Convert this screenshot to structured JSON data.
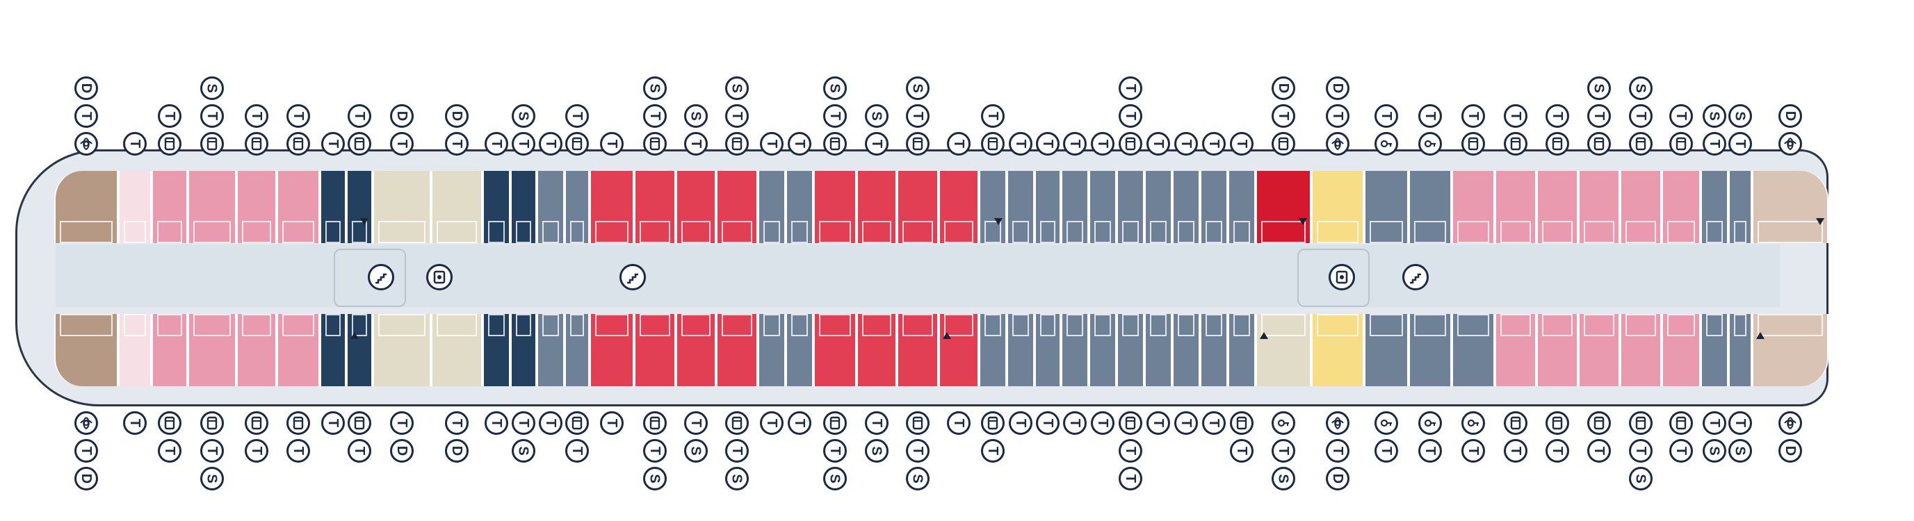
{
  "colors": {
    "hull_border": "#2a3646",
    "deck_floor": "#e3e9ef",
    "icon_stroke": "#1b2a44",
    "cabin_categories": {
      "owner_suite": "#b59985",
      "penthouse": "#f7dfe6",
      "pink": "#e99aae",
      "navy": "#23415e",
      "beige": "#e0dcc7",
      "slate": "#6e8196",
      "red": "#e23f55",
      "crimson": "#d4192f",
      "yellow": "#f6dd86",
      "tan": "#d9c3b5"
    }
  },
  "icon_legend": {
    "T": "T",
    "S": "S",
    "D": "D"
  },
  "cabins_top": [
    {
      "id": "9095",
      "cat": "owner_suite"
    },
    {
      "id": "9093",
      "cat": "penthouse"
    },
    {
      "id": "9091",
      "cat": "pink"
    },
    {
      "id": "9089",
      "cat": "pink"
    },
    {
      "id": "9087",
      "cat": "pink"
    },
    {
      "id": "9085",
      "cat": "pink"
    },
    {
      "id": "9083",
      "cat": "navy"
    },
    {
      "id": "9081",
      "cat": "navy"
    },
    {
      "id": "9079",
      "cat": "beige"
    },
    {
      "id": "9077",
      "cat": "beige"
    },
    {
      "id": "9075",
      "cat": "navy"
    },
    {
      "id": "9073",
      "cat": "navy"
    },
    {
      "id": "9071",
      "cat": "slate"
    },
    {
      "id": "9069",
      "cat": "slate"
    },
    {
      "id": "9067",
      "cat": "red"
    },
    {
      "id": "9065",
      "cat": "red"
    },
    {
      "id": "9063",
      "cat": "red"
    },
    {
      "id": "9061",
      "cat": "red"
    },
    {
      "id": "9059",
      "cat": "slate"
    },
    {
      "id": "9057",
      "cat": "slate"
    },
    {
      "id": "9055",
      "cat": "red"
    },
    {
      "id": "9053",
      "cat": "red"
    },
    {
      "id": "9051",
      "cat": "red"
    },
    {
      "id": "9049",
      "cat": "red"
    },
    {
      "id": "9047",
      "cat": "slate"
    },
    {
      "id": "9045",
      "cat": "slate"
    },
    {
      "id": "9043",
      "cat": "slate"
    },
    {
      "id": "9041",
      "cat": "slate"
    },
    {
      "id": "9039",
      "cat": "slate"
    },
    {
      "id": "9037",
      "cat": "slate"
    },
    {
      "id": "9035",
      "cat": "slate"
    },
    {
      "id": "9033",
      "cat": "slate"
    },
    {
      "id": "9031",
      "cat": "slate"
    },
    {
      "id": "9029",
      "cat": "slate"
    },
    {
      "id": "9027",
      "cat": "crimson"
    },
    {
      "id": "9025",
      "cat": "yellow"
    },
    {
      "id": "9023",
      "cat": "slate"
    },
    {
      "id": "9021",
      "cat": "slate"
    },
    {
      "id": "9019",
      "cat": "pink"
    },
    {
      "id": "9015",
      "cat": "pink"
    },
    {
      "id": "9013",
      "cat": "pink"
    },
    {
      "id": "9011",
      "cat": "pink"
    },
    {
      "id": "9009",
      "cat": "pink"
    },
    {
      "id": "9007",
      "cat": "pink"
    },
    {
      "id": "9005",
      "cat": "slate"
    },
    {
      "id": "9003",
      "cat": "slate"
    },
    {
      "id": "9001",
      "cat": "tan"
    }
  ],
  "cabins_bottom": [
    {
      "id": "9094",
      "cat": "owner_suite"
    },
    {
      "id": "9092",
      "cat": "penthouse"
    },
    {
      "id": "9090",
      "cat": "pink"
    },
    {
      "id": "9088",
      "cat": "pink"
    },
    {
      "id": "9086",
      "cat": "pink"
    },
    {
      "id": "9084",
      "cat": "pink"
    },
    {
      "id": "9082",
      "cat": "navy"
    },
    {
      "id": "9080",
      "cat": "navy"
    },
    {
      "id": "9078",
      "cat": "beige"
    },
    {
      "id": "9076",
      "cat": "beige"
    },
    {
      "id": "9074",
      "cat": "navy"
    },
    {
      "id": "9072",
      "cat": "navy"
    },
    {
      "id": "9070",
      "cat": "slate"
    },
    {
      "id": "9068",
      "cat": "slate"
    },
    {
      "id": "9066",
      "cat": "red"
    },
    {
      "id": "9064",
      "cat": "red"
    },
    {
      "id": "9062",
      "cat": "red"
    },
    {
      "id": "9060",
      "cat": "red"
    },
    {
      "id": "9058",
      "cat": "slate"
    },
    {
      "id": "9056",
      "cat": "slate"
    },
    {
      "id": "9054",
      "cat": "red"
    },
    {
      "id": "9052",
      "cat": "red"
    },
    {
      "id": "9050",
      "cat": "red"
    },
    {
      "id": "9048",
      "cat": "red"
    },
    {
      "id": "9046",
      "cat": "slate"
    },
    {
      "id": "9044",
      "cat": "slate"
    },
    {
      "id": "9042",
      "cat": "slate"
    },
    {
      "id": "9040",
      "cat": "slate"
    },
    {
      "id": "9038",
      "cat": "slate"
    },
    {
      "id": "9036",
      "cat": "slate"
    },
    {
      "id": "9034",
      "cat": "slate"
    },
    {
      "id": "9032",
      "cat": "slate"
    },
    {
      "id": "9030",
      "cat": "slate"
    },
    {
      "id": "9028",
      "cat": "slate"
    },
    {
      "id": "9026",
      "cat": "beige"
    },
    {
      "id": "9024",
      "cat": "yellow"
    },
    {
      "id": "9022",
      "cat": "slate"
    },
    {
      "id": "9020",
      "cat": "slate"
    },
    {
      "id": "9018",
      "cat": "slate"
    },
    {
      "id": "9016",
      "cat": "pink"
    },
    {
      "id": "9014",
      "cat": "pink"
    },
    {
      "id": "9012",
      "cat": "pink"
    },
    {
      "id": "9010",
      "cat": "pink"
    },
    {
      "id": "9008",
      "cat": "pink"
    },
    {
      "id": "9006",
      "cat": "slate"
    },
    {
      "id": "9004",
      "cat": "slate"
    },
    {
      "id": "9002",
      "cat": "tan"
    }
  ],
  "top_icons": [
    [
      "D",
      "T",
      "spa"
    ],
    [
      "T"
    ],
    [
      "T",
      "bed"
    ],
    [
      "S",
      "T",
      "bed"
    ],
    [
      "T",
      "bed"
    ],
    [
      "T",
      "bed"
    ],
    [
      "T"
    ],
    [
      "T",
      "bed"
    ],
    [
      "D",
      "T"
    ],
    [
      "D",
      "T"
    ],
    [
      "T"
    ],
    [
      "S",
      "T"
    ],
    [
      "T"
    ],
    [
      "T",
      "bed"
    ],
    [
      "T"
    ],
    [
      "S",
      "T",
      "bed"
    ],
    [
      "S",
      "T"
    ],
    [
      "S",
      "T",
      "bed"
    ],
    [
      "T"
    ],
    [
      "T"
    ],
    [
      "S",
      "T",
      "bed"
    ],
    [
      "S",
      "T"
    ],
    [
      "S",
      "T",
      "bed"
    ],
    [
      "T"
    ],
    [
      "T",
      "bed"
    ],
    [
      "T"
    ],
    [
      "T"
    ],
    [
      "T"
    ],
    [
      "T"
    ],
    [
      "T",
      "T",
      "bed"
    ],
    [
      "T"
    ],
    [
      "T"
    ],
    [
      "T"
    ],
    [
      "T"
    ],
    [
      "D",
      "T",
      "bed"
    ],
    [
      "D",
      "T",
      "spa"
    ],
    [
      "T",
      "key"
    ],
    [
      "T",
      "key"
    ],
    [
      "T",
      "bed"
    ],
    [
      "T",
      "bed"
    ],
    [
      "T",
      "bed"
    ],
    [
      "S",
      "T",
      "bed"
    ],
    [
      "S",
      "T",
      "bed"
    ],
    [
      "T",
      "bed"
    ],
    [
      "S",
      "T"
    ],
    [
      "S",
      "T"
    ],
    [
      "D",
      "spa"
    ]
  ],
  "bottom_icons": [
    [
      "spa",
      "T",
      "D"
    ],
    [
      "T"
    ],
    [
      "bed",
      "T"
    ],
    [
      "bed",
      "T",
      "S"
    ],
    [
      "bed",
      "T"
    ],
    [
      "bed",
      "T"
    ],
    [
      "T"
    ],
    [
      "bed",
      "T"
    ],
    [
      "T",
      "D"
    ],
    [
      "T",
      "D"
    ],
    [
      "T"
    ],
    [
      "T",
      "S"
    ],
    [
      "T"
    ],
    [
      "bed",
      "T"
    ],
    [
      "T"
    ],
    [
      "bed",
      "T",
      "S"
    ],
    [
      "T",
      "S"
    ],
    [
      "bed",
      "T",
      "S"
    ],
    [
      "T"
    ],
    [
      "T"
    ],
    [
      "bed",
      "T",
      "S"
    ],
    [
      "T",
      "S"
    ],
    [
      "bed",
      "T",
      "S"
    ],
    [
      "T"
    ],
    [
      "bed",
      "T"
    ],
    [
      "T"
    ],
    [
      "T"
    ],
    [
      "T"
    ],
    [
      "T"
    ],
    [
      "bed",
      "T",
      "T"
    ],
    [
      "T"
    ],
    [
      "T"
    ],
    [
      "T"
    ],
    [
      "bed",
      "T"
    ],
    [
      "key",
      "T",
      "S"
    ],
    [
      "spa",
      "T",
      "D"
    ],
    [
      "key",
      "T"
    ],
    [
      "key",
      "T"
    ],
    [
      "key",
      "T"
    ],
    [
      "bed",
      "T"
    ],
    [
      "bed",
      "T"
    ],
    [
      "bed",
      "T"
    ],
    [
      "bed",
      "T",
      "S"
    ],
    [
      "bed",
      "T"
    ],
    [
      "T",
      "S"
    ],
    [
      "T",
      "S"
    ],
    [
      "spa",
      "D"
    ]
  ]
}
